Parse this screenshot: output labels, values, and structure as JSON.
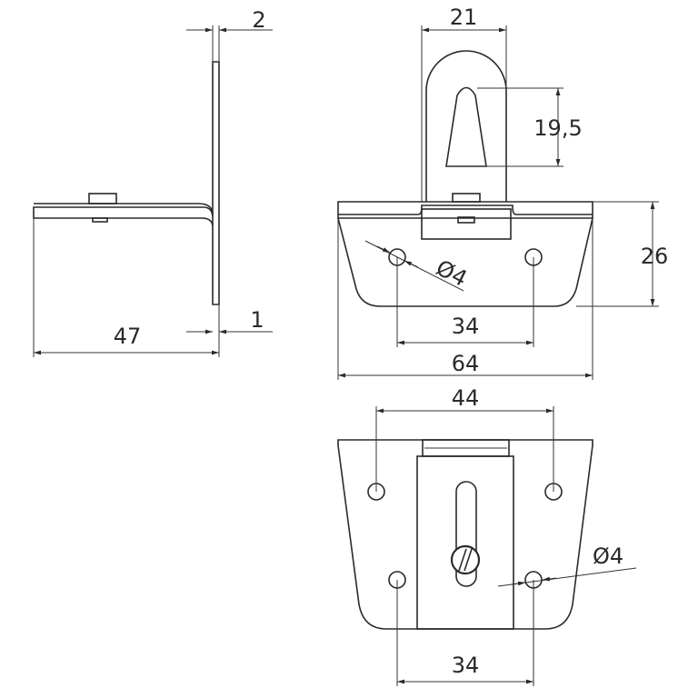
{
  "dimensions": {
    "side_thickness_top": "2",
    "side_length": "47",
    "side_thickness_bottom": "1",
    "front_tab_width": "21",
    "front_slot_height": "19,5",
    "front_height": "26",
    "front_hole_spacing": "34",
    "front_total_width": "64",
    "front_hole_diameter": "Ø4",
    "bottom_top_hole_spacing": "44",
    "bottom_bottom_hole_spacing": "34",
    "bottom_hole_diameter": "Ø4"
  },
  "colors": {
    "line": "#2a2a2a",
    "background": "#ffffff"
  }
}
